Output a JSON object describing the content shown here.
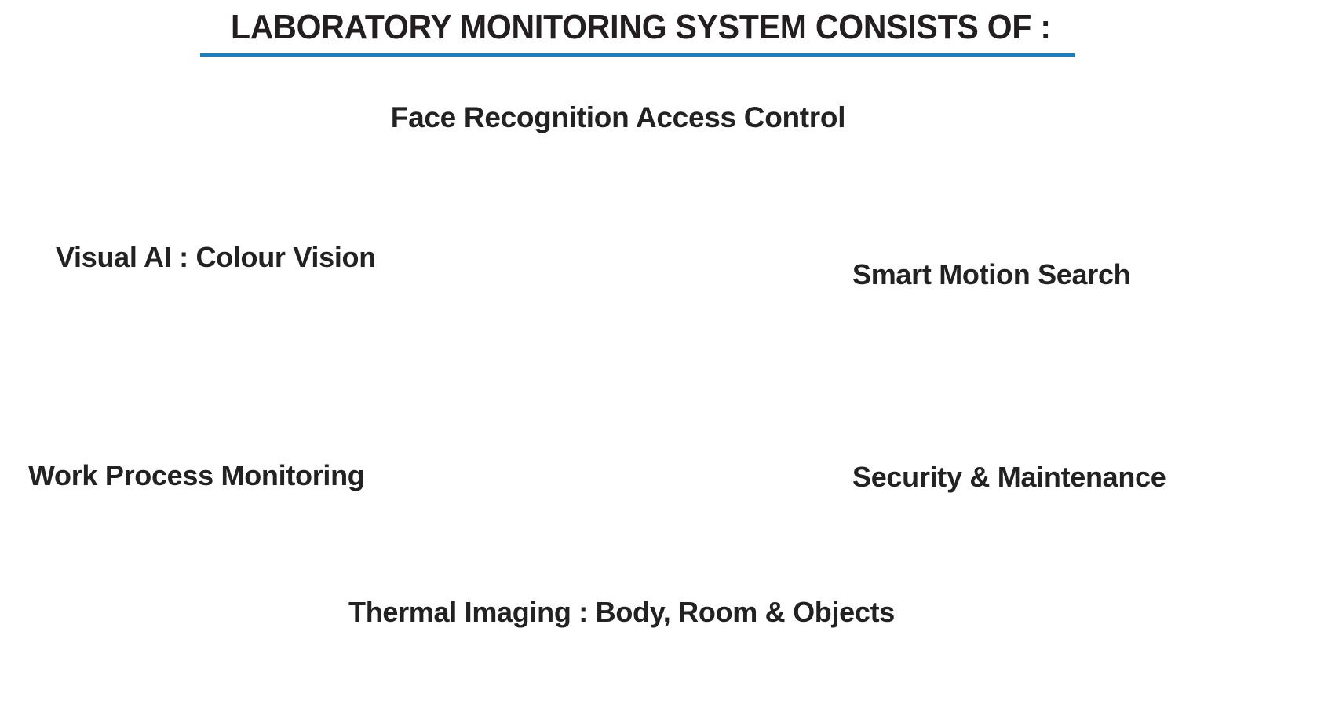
{
  "slide": {
    "background_color": "#ffffff",
    "title": "LABORATORY MONITORING SYSTEM CONSISTS OF :",
    "title_color": "#231f20",
    "title_rule_color": "#1b7fc0"
  },
  "features": [
    {
      "label": "Face Recognition Access Control"
    },
    {
      "label": "Visual AI : Colour Vision"
    },
    {
      "label": "Smart Motion Search"
    },
    {
      "label": "Work Process Monitoring"
    },
    {
      "label": "Security & Maintenance"
    },
    {
      "label": "Thermal Imaging : Body, Room & Objects"
    }
  ]
}
